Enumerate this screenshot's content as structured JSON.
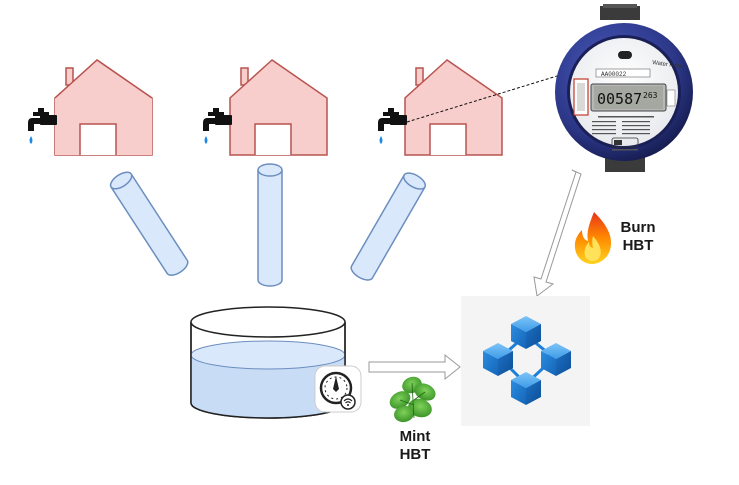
{
  "houses": [
    {
      "name": "house-1"
    },
    {
      "name": "house-2"
    },
    {
      "name": "house-3"
    }
  ],
  "meter": {
    "reading_main": "00587",
    "reading_fraction": "263",
    "brand_text": "Water meter",
    "serial_text": "AA00022"
  },
  "labels": {
    "burn_line1": "Burn",
    "burn_line2": "HBT",
    "mint_line1": "Mint",
    "mint_line2": "HBT"
  },
  "colors": {
    "house_fill": "#f8cecc",
    "house_stroke": "#b85450",
    "pipe_fill": "#dae8fc",
    "pipe_stroke": "#6c8ebf",
    "water_fill": "#c9dcf5",
    "block_fill": "#1e7fd6",
    "meter_bezel": "#2d3a8c"
  },
  "icons": {
    "faucet": "faucet-icon",
    "water_drop": "water-drop-icon",
    "fire": "fire-icon",
    "mint": "mint-leaf-icon",
    "gauge": "gauge-wifi-icon",
    "blockchain": "blockchain-network-icon"
  }
}
